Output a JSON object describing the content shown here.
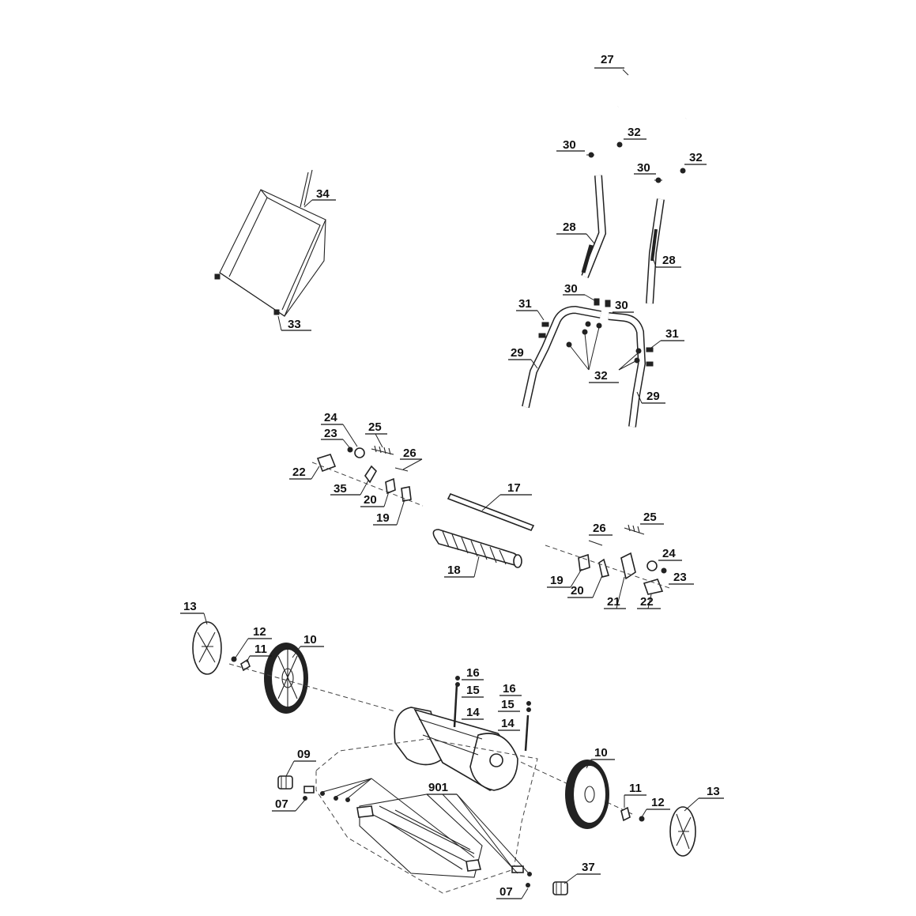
{
  "labels": {
    "p27": "27",
    "p30a": "30",
    "p32a": "32",
    "p30b": "30",
    "p32b": "32",
    "p28a": "28",
    "p28b": "28",
    "p30c": "30",
    "p30d": "30",
    "p31a": "31",
    "p31b": "31",
    "p29a": "29",
    "p29b": "29",
    "p32c": "32",
    "p34": "34",
    "p33": "33",
    "p24a": "24",
    "p23a": "23",
    "p25a": "25",
    "p26a": "26",
    "p22a": "22",
    "p35": "35",
    "p20a": "20",
    "p19a": "19",
    "p17": "17",
    "p18": "18",
    "p26b": "26",
    "p25b": "25",
    "p24b": "24",
    "p23b": "23",
    "p19b": "19",
    "p20b": "20",
    "p21": "21",
    "p22b": "22",
    "p13a": "13",
    "p12a": "12",
    "p11a": "11",
    "p10a": "10",
    "p16a": "16",
    "p15a": "15",
    "p14a": "14",
    "p16b": "16",
    "p15b": "15",
    "p14b": "14",
    "p09": "09",
    "p07a": "07",
    "p901": "901",
    "p10b": "10",
    "p11b": "11",
    "p12b": "12",
    "p13b": "13",
    "p37": "37",
    "p07b": "07"
  }
}
